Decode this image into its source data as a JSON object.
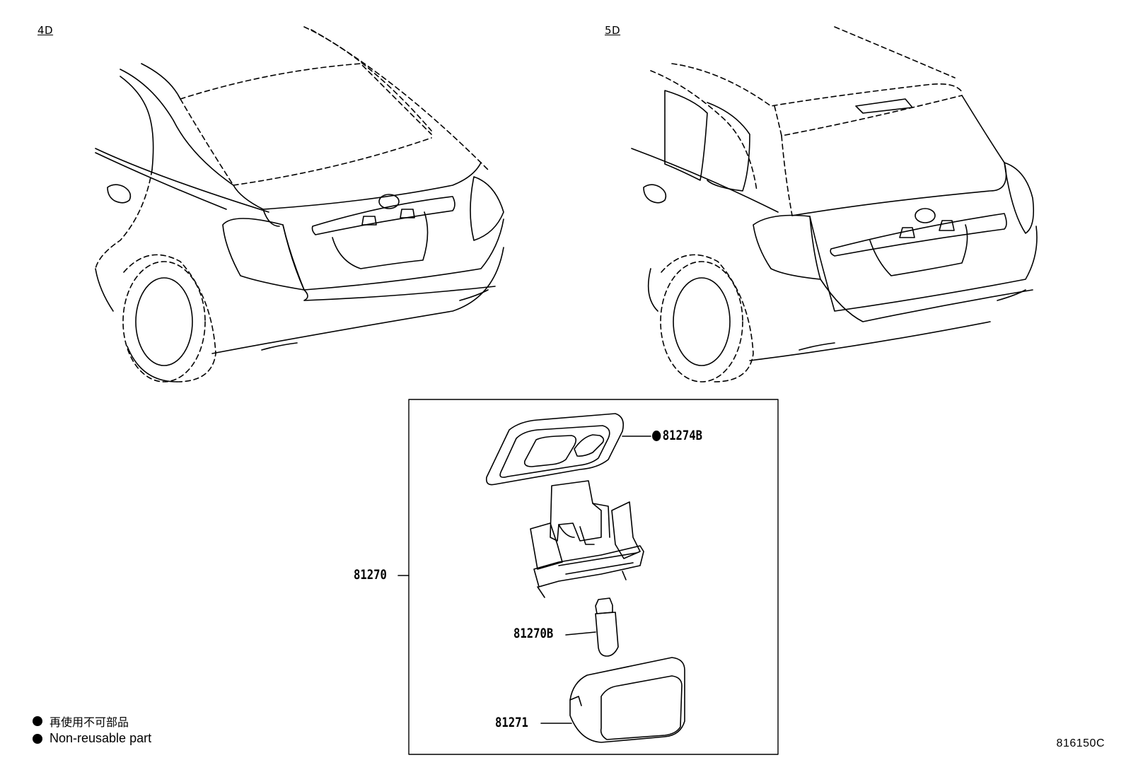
{
  "views": {
    "sedan_tag": "4D",
    "wagon_tag": "5D"
  },
  "callouts": {
    "lens_gasket": "81274B",
    "lamp_assembly": "81270",
    "bulb": "81270B",
    "lens": "81271"
  },
  "legend": {
    "jp": "再使用不可部品",
    "en": "Non-reusable part"
  },
  "figure_number": "816150C",
  "colors": {
    "line": "#000000",
    "background": "#ffffff"
  }
}
